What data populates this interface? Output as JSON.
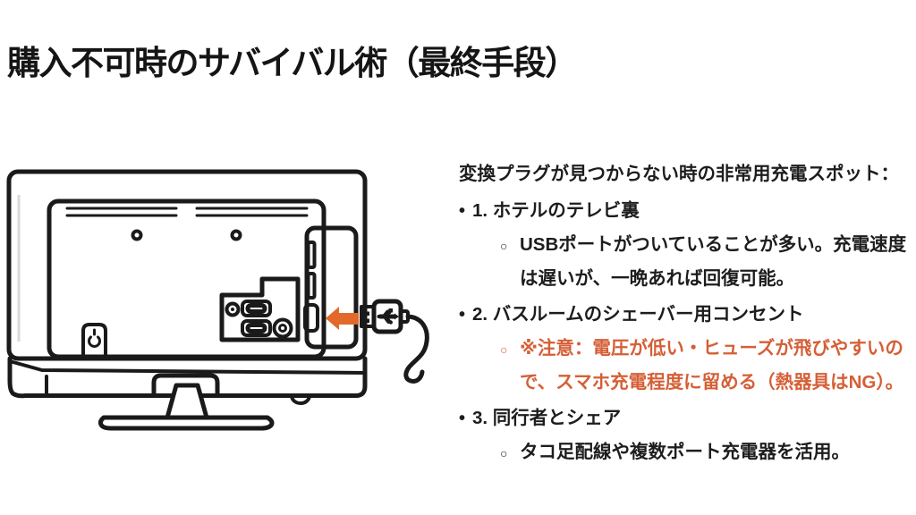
{
  "slide": {
    "title": "購入不可時のサバイバル術（最終手段）",
    "content": {
      "intro": "変換プラグが見つからない時の非常用充電スポット：",
      "items": [
        {
          "marker": "•",
          "label": "1. ホテルのテレビ裏",
          "sub_marker": "○",
          "detail": "USBポートがついていることが多い。充電速度は遅いが、一晩あれば回復可能。"
        },
        {
          "marker": "•",
          "label": "2. バスルームのシェーバー用コンセント",
          "sub_marker": "○",
          "detail": "※注意：電圧が低い・ヒューズが飛びやすいので、スマホ充電程度に留める（熱器具はNG）。"
        },
        {
          "marker": "•",
          "label": "3. 同行者とシェア",
          "sub_marker": "○",
          "detail": "タコ足配線や複数ポート充電器を活用。"
        }
      ]
    },
    "illustration": {
      "name": "tv-back-with-usb-plug",
      "arrow_color": "#e3692a",
      "warning_text_color": "#d55f36",
      "line_color": "#1a1a1a"
    }
  }
}
